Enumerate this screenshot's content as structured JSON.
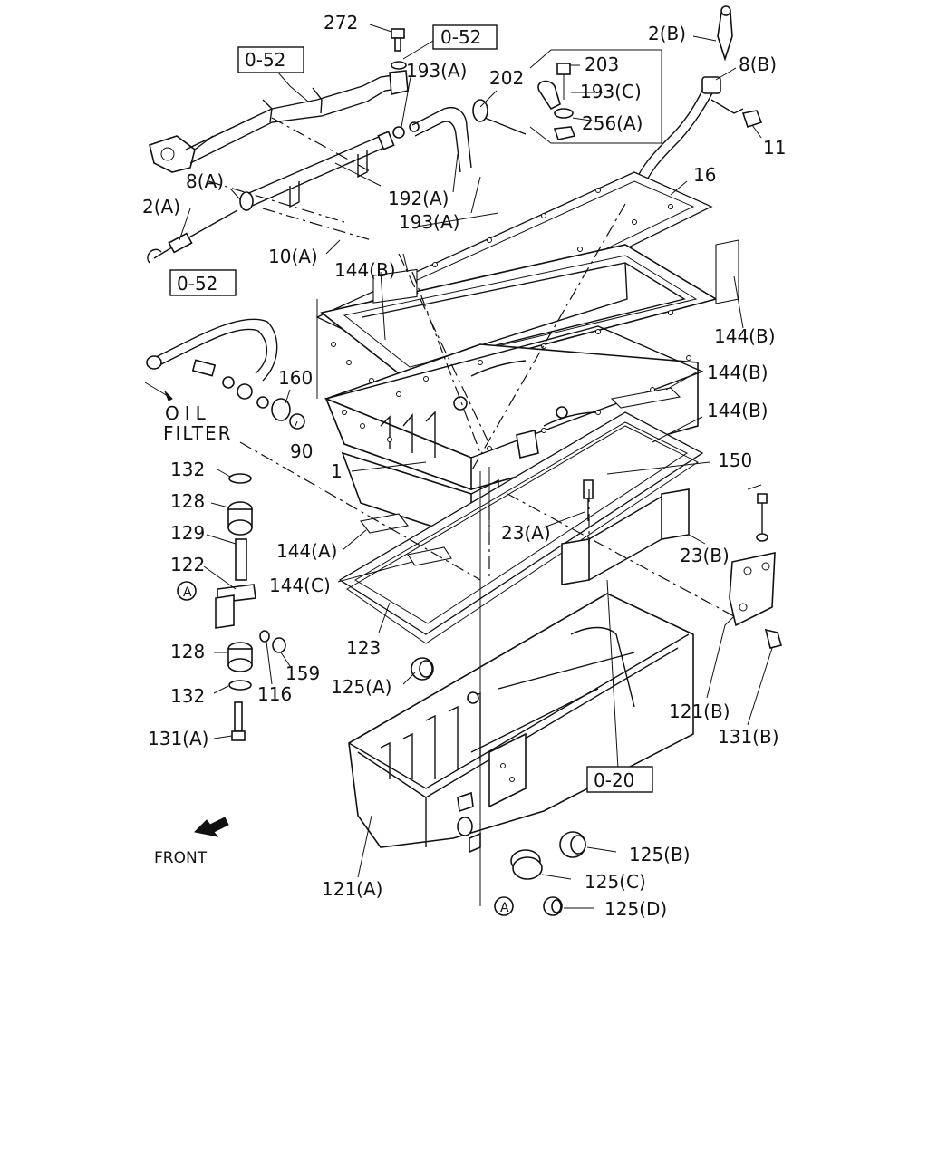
{
  "diagram": {
    "labels": {
      "p272": "272",
      "ref052a": "0-52",
      "ref052b": "0-52",
      "ref052c": "0-52",
      "p193a_top": "193(A)",
      "p202": "202",
      "p203": "203",
      "p193c": "193(C)",
      "p256a": "256(A)",
      "p2b": "2(B)",
      "p8b": "8(B)",
      "p11": "11",
      "p16": "16",
      "p8a": "8(A)",
      "p2a": "2(A)",
      "p192a": "192(A)",
      "p193a_bot": "193(A)",
      "p10a": "10(A)",
      "p144b_1": "144(B)",
      "p144b_2": "144(B)",
      "p144b_3": "144(B)",
      "p144b_4": "144(B)",
      "p160": "160",
      "p90": "90",
      "oil": "OIL",
      "filter": "FILTER",
      "p1": "1",
      "p150": "150",
      "p132_top": "132",
      "p128_top": "128",
      "p129": "129",
      "p122": "122",
      "p144a": "144(A)",
      "p144c": "144(C)",
      "p23a": "23(A)",
      "p23b": "23(B)",
      "p123": "123",
      "p128_bot": "128",
      "p159": "159",
      "p116": "116",
      "p132_bot": "132",
      "p131a": "131(A)",
      "p125a": "125(A)",
      "p121b": "121(B)",
      "p131b": "131(B)",
      "ref020": "0-20",
      "front": "FRONT",
      "p125b": "125(B)",
      "p125c": "125(C)",
      "p125d": "125(D)",
      "p121a": "121(A)",
      "circleA_1": "A",
      "circleA_2": "A"
    }
  }
}
